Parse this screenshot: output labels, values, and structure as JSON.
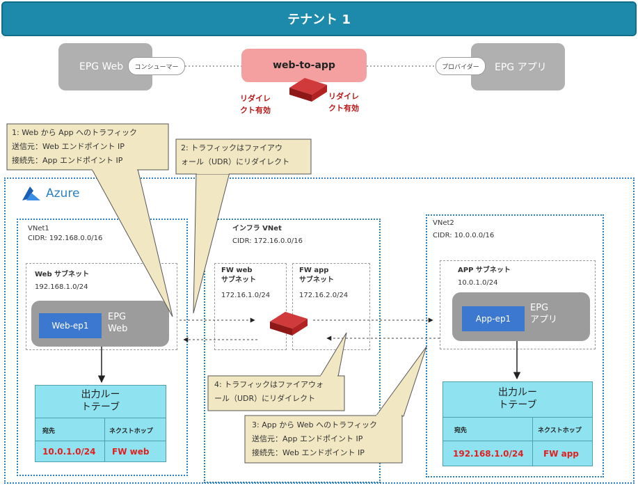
{
  "tenant": {
    "title": "テナント 1"
  },
  "top": {
    "epg_web": "EPG Web",
    "consumer": "コンシューマー",
    "contract": "web-to-app",
    "provider": "プロバイダー",
    "epg_app": "EPG アプリ",
    "redirect_left": [
      "リダイレ",
      "クト有効"
    ],
    "redirect_right": [
      "リダイレ",
      "クト有効"
    ]
  },
  "callouts": {
    "c1": [
      "1: Web から App へのトラフィック",
      "送信元：Web エンドポイント IP",
      "接続先：App エンドポイント IP"
    ],
    "c2": [
      "2: トラフィックはファイアウ",
      "ォール（UDR）にリダイレクト"
    ],
    "c3": [
      "3: App から Web へのトラフィック",
      "送信元：App エンドポイント IP",
      "接続先：Web エンドポイント IP"
    ],
    "c4": [
      "4: トラフィックはファイアウォ",
      "ール（UDR）にリダイレクト"
    ]
  },
  "azure": {
    "label": "Azure"
  },
  "vnet1": {
    "name": "VNet1",
    "cidr": "CIDR: 192.168.0.0/16",
    "subnet_name": "Web サブネット",
    "subnet_cidr": "192.168.1.0/24",
    "ep": "Web-ep1",
    "epg": [
      "EPG",
      "Web"
    ]
  },
  "infra": {
    "name": "インフラ VNet",
    "cidr": "CIDR: 172.16.0.0/16",
    "fw_web": [
      "FW web",
      "サブネット",
      "172.16.1.0/24"
    ],
    "fw_app": [
      "FW app",
      "サブネット",
      "172.16.2.0/24"
    ]
  },
  "vnet2": {
    "name": "VNet2",
    "cidr": "CIDR: 10.0.0.0/16",
    "subnet_name": "APP サブネット",
    "subnet_cidr": "10.0.1.0/24",
    "ep": "App-ep1",
    "epg": [
      "EPG",
      "アプリ"
    ]
  },
  "rt_left": {
    "title": [
      "出力ルー",
      "トテーブ"
    ],
    "col_dest": "宛先",
    "col_next": "ネクストホップ",
    "dest": "10.0.1.0/24",
    "next": "FW web"
  },
  "rt_right": {
    "title": [
      "出力ルー",
      "トテーブ"
    ],
    "col_dest": "宛先",
    "col_next": "ネクストホップ",
    "dest": "192.168.1.0/24",
    "next": "FW app"
  },
  "colors": {
    "tenant": "#1e8aab",
    "contract": "#f4a0a0",
    "vnet_border": "#2a7fc2",
    "route_table": "#8fe3f0",
    "endpoint": "#3c78d0",
    "callout": "#f1e7c3"
  }
}
